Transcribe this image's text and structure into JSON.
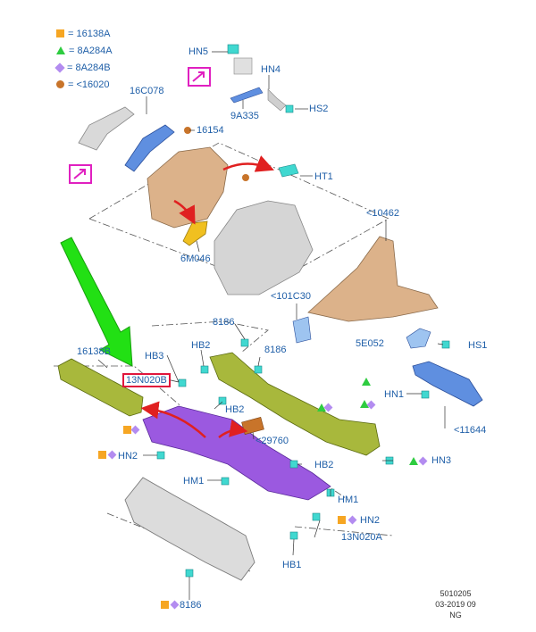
{
  "legend": [
    {
      "symbol": "orange-square",
      "label": "= 16138A"
    },
    {
      "symbol": "green-triangle",
      "label": "= 8A284A"
    },
    {
      "symbol": "purple-diamond",
      "label": "= 8A284B"
    },
    {
      "symbol": "brown-circle",
      "label": "= <16020"
    }
  ],
  "callouts": {
    "hn5": "HN5",
    "hn4": "HN4",
    "c16c078": "16C078",
    "c9a335": "9A335",
    "hs2": "HS2",
    "c16154": "16154",
    "ht1": "HT1",
    "c10462": "<10462",
    "c6m046": "6M046",
    "c101c30": "<101C30",
    "c8186a": "8186",
    "c16138b": "16138B",
    "hb3": "HB3",
    "hb2a": "HB2",
    "c8186b": "8186",
    "c5e052": "5E052",
    "hs1": "HS1",
    "c13n020b": "13N020B",
    "hn1a": "HN1",
    "hb2b": "HB2",
    "c11644": "<11644",
    "c29760": "<29760",
    "hn2a": "HN2",
    "hn3": "HN3",
    "hb2c": "HB2",
    "hm1a": "HM1",
    "hm1b": "HM1",
    "hn2b": "HN2",
    "c13n020a": "13N020A",
    "hb1": "HB1",
    "c8186c": "8186"
  },
  "footer": {
    "code": "5010205",
    "date": "03-2019 09",
    "initials": "NG"
  },
  "colors": {
    "callout_text": "#1f5fa8",
    "highlight_box": "#e0163c",
    "magenta_frame": "#e020c0",
    "green_arrow": "#22e014",
    "red_arrow": "#e02020",
    "olive_part": "#a8b83c",
    "purple_part": "#9b59e0",
    "tan_part": "#d8b08c",
    "grey_part": "#cfcfcf",
    "blue_part": "#3f6fd0"
  }
}
